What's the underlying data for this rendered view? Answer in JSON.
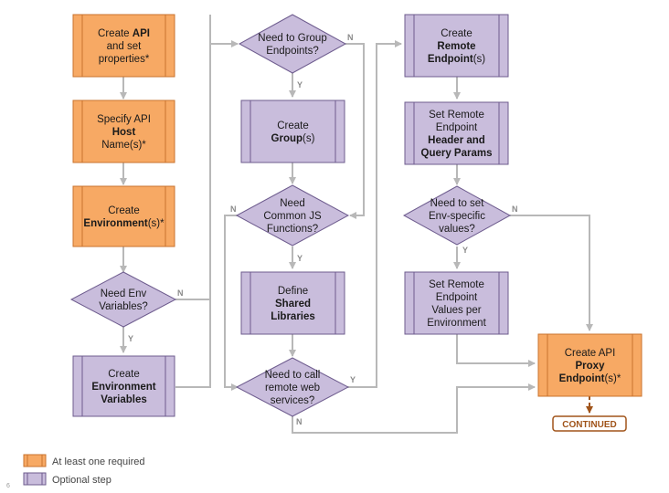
{
  "colors": {
    "required_fill": "#f7a964",
    "required_stroke": "#c8732e",
    "optional_fill": "#c9bddc",
    "optional_stroke": "#6e5c8e",
    "connector": "#b8b8b8",
    "continued": "#a0541a"
  },
  "nodes": {
    "create_api": {
      "lines": [
        [
          {
            "t": "Create "
          },
          {
            "t": "API",
            "b": true
          }
        ],
        [
          {
            "t": "and set"
          }
        ],
        [
          {
            "t": "properties*"
          }
        ]
      ]
    },
    "specify_host": {
      "lines": [
        [
          {
            "t": "Specify API"
          }
        ],
        [
          {
            "t": "Host",
            "b": true
          }
        ],
        [
          {
            "t": "Name(s)*"
          }
        ]
      ]
    },
    "create_env": {
      "lines": [
        [
          {
            "t": "Create"
          }
        ],
        [
          {
            "t": "Environment",
            "b": true
          },
          {
            "t": "(s)*"
          }
        ]
      ]
    },
    "need_env_vars": {
      "lines": [
        [
          {
            "t": "Need Env"
          }
        ],
        [
          {
            "t": "Variables?"
          }
        ]
      ]
    },
    "create_env_vars": {
      "lines": [
        [
          {
            "t": "Create"
          }
        ],
        [
          {
            "t": "Environment",
            "b": true
          }
        ],
        [
          {
            "t": "Variables",
            "b": true
          }
        ]
      ]
    },
    "need_group": {
      "lines": [
        [
          {
            "t": "Need to Group"
          }
        ],
        [
          {
            "t": "Endpoints?"
          }
        ]
      ]
    },
    "create_group": {
      "lines": [
        [
          {
            "t": "Create"
          }
        ],
        [
          {
            "t": "Group",
            "b": true
          },
          {
            "t": "(s)"
          }
        ]
      ]
    },
    "need_js": {
      "lines": [
        [
          {
            "t": "Need"
          }
        ],
        [
          {
            "t": "Common JS"
          }
        ],
        [
          {
            "t": "Functions?"
          }
        ]
      ]
    },
    "define_libs": {
      "lines": [
        [
          {
            "t": "Define"
          }
        ],
        [
          {
            "t": "Shared",
            "b": true
          }
        ],
        [
          {
            "t": "Libraries",
            "b": true
          }
        ]
      ]
    },
    "need_remote": {
      "lines": [
        [
          {
            "t": "Need to call"
          }
        ],
        [
          {
            "t": "remote web"
          }
        ],
        [
          {
            "t": "services?"
          }
        ]
      ]
    },
    "create_remote": {
      "lines": [
        [
          {
            "t": "Create"
          }
        ],
        [
          {
            "t": "Remote",
            "b": true
          }
        ],
        [
          {
            "t": "Endpoint",
            "b": true
          },
          {
            "t": "(s)"
          }
        ]
      ]
    },
    "set_remote_header": {
      "lines": [
        [
          {
            "t": "Set Remote"
          }
        ],
        [
          {
            "t": "Endpoint"
          }
        ],
        [
          {
            "t": "Header and",
            "b": true
          }
        ],
        [
          {
            "t": "Query Params",
            "b": true
          }
        ]
      ]
    },
    "need_env_values": {
      "lines": [
        [
          {
            "t": "Need to set"
          }
        ],
        [
          {
            "t": "Env-specific"
          }
        ],
        [
          {
            "t": "values?"
          }
        ]
      ]
    },
    "set_remote_values": {
      "lines": [
        [
          {
            "t": "Set Remote"
          }
        ],
        [
          {
            "t": "Endpoint"
          }
        ],
        [
          {
            "t": "Values per"
          }
        ],
        [
          {
            "t": "Environment"
          }
        ]
      ]
    },
    "create_proxy": {
      "lines": [
        [
          {
            "t": "Create API"
          }
        ],
        [
          {
            "t": "Proxy",
            "b": true
          }
        ],
        [
          {
            "t": "Endpoint",
            "b": true
          },
          {
            "t": "(s)*"
          }
        ]
      ]
    }
  },
  "branch_labels": {
    "need_env_vars_no": "N",
    "need_env_vars_yes": "Y",
    "need_group_no": "N",
    "need_group_yes": "Y",
    "need_js_no": "N",
    "need_js_yes": "Y",
    "need_remote_yes": "Y",
    "need_remote_no": "N",
    "need_env_values_no": "N",
    "need_env_values_yes": "Y"
  },
  "continued_label": "CONTINUED",
  "legend": {
    "required": "At least one required",
    "optional": "Optional step"
  },
  "corner_mark": "6"
}
